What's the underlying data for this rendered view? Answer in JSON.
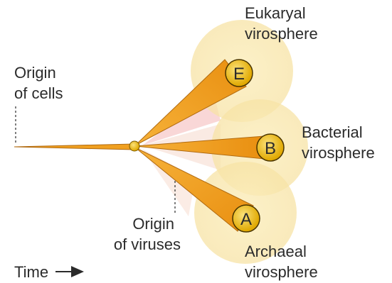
{
  "labels": {
    "origin_cells_line1": "Origin",
    "origin_cells_line2": "of cells",
    "origin_viruses_line1": "Origin",
    "origin_viruses_line2": "of viruses",
    "time": "Time",
    "eukaryal_line1": "Eukaryal",
    "eukaryal_line2": "virosphere",
    "bacterial_line1": "Bacterial",
    "bacterial_line2": "virosphere",
    "archaeal_line1": "Archaeal",
    "archaeal_line2": "virosphere"
  },
  "domains": {
    "eukarya": "E",
    "bacteria": "B",
    "archaea": "A"
  },
  "colors": {
    "branch_orange": "#f0a020",
    "branch_stroke": "#b06a10",
    "circle_gold": "#e8b820",
    "circle_stroke": "#7a5a00",
    "sphere_fill": "#fbeec0",
    "sphere_pink": "#f7c9c9",
    "text": "#2b2b2b"
  }
}
